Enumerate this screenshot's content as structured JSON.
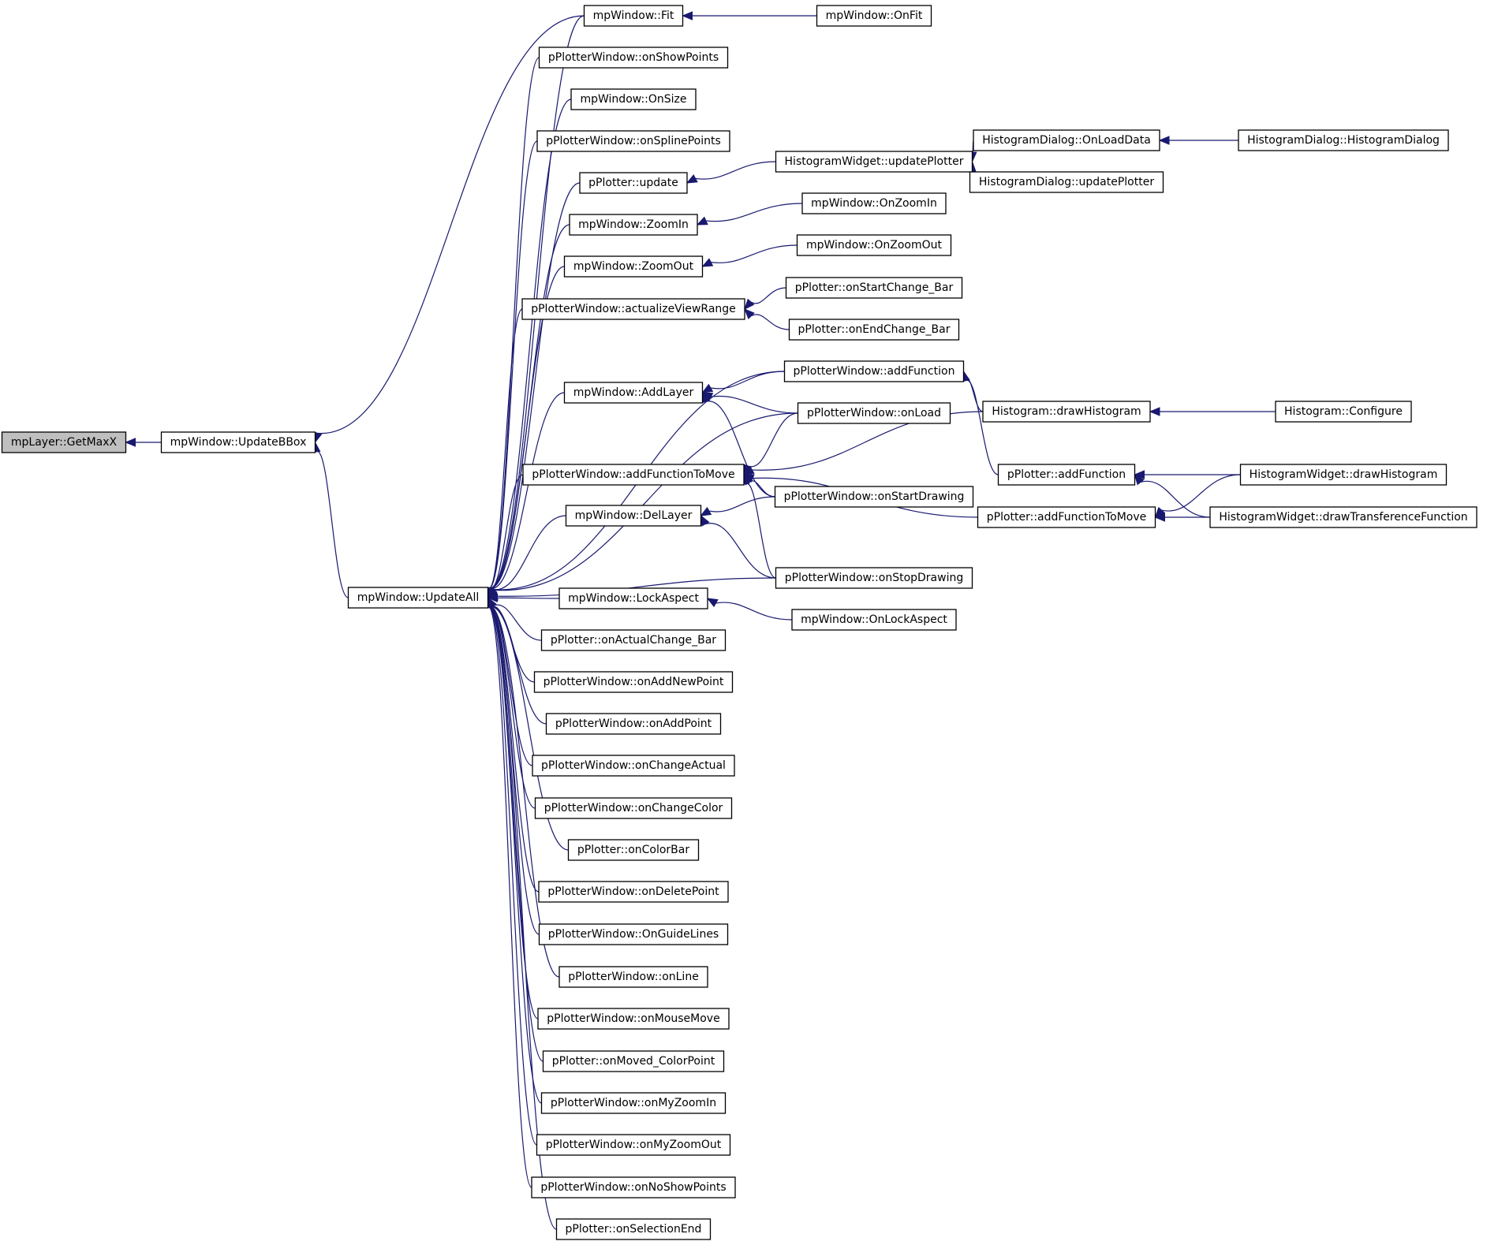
{
  "graph": {
    "colors": {
      "edge": "#191970",
      "root_fill": "#bfbfbf",
      "node_fill": "#ffffff",
      "border": "#000000"
    },
    "nodes": [
      {
        "id": "n0",
        "label": "mpLayer::GetMaxX",
        "root": true
      },
      {
        "id": "n1",
        "label": "mpWindow::UpdateBBox"
      },
      {
        "id": "n2",
        "label": "mpWindow::UpdateAll"
      },
      {
        "id": "n3",
        "label": "mpWindow::Fit"
      },
      {
        "id": "n4",
        "label": "mpWindow::OnFit"
      },
      {
        "id": "n5",
        "label": "pPlotterWindow::onShowPoints"
      },
      {
        "id": "n6",
        "label": "mpWindow::OnSize"
      },
      {
        "id": "n7",
        "label": "pPlotterWindow::onSplinePoints"
      },
      {
        "id": "n8",
        "label": "pPlotter::update"
      },
      {
        "id": "n9",
        "label": "HistogramWidget::updatePlotter"
      },
      {
        "id": "n10",
        "label": "HistogramDialog::OnLoadData"
      },
      {
        "id": "n11",
        "label": "HistogramDialog::HistogramDialog"
      },
      {
        "id": "n12",
        "label": "HistogramDialog::updatePlotter"
      },
      {
        "id": "n13",
        "label": "mpWindow::ZoomIn"
      },
      {
        "id": "n14",
        "label": "mpWindow::OnZoomIn"
      },
      {
        "id": "n15",
        "label": "mpWindow::ZoomOut"
      },
      {
        "id": "n16",
        "label": "mpWindow::OnZoomOut"
      },
      {
        "id": "n17",
        "label": "pPlotterWindow::actualizeViewRange"
      },
      {
        "id": "n18",
        "label": "pPlotter::onStartChange_Bar"
      },
      {
        "id": "n19",
        "label": "pPlotter::onEndChange_Bar"
      },
      {
        "id": "n20",
        "label": "pPlotterWindow::addFunction"
      },
      {
        "id": "n21",
        "label": "mpWindow::AddLayer"
      },
      {
        "id": "n22",
        "label": "pPlotterWindow::onLoad"
      },
      {
        "id": "n23",
        "label": "Histogram::drawHistogram"
      },
      {
        "id": "n24",
        "label": "Histogram::Configure"
      },
      {
        "id": "n25",
        "label": "pPlotterWindow::addFunctionToMove"
      },
      {
        "id": "n26",
        "label": "pPlotter::addFunction"
      },
      {
        "id": "n27",
        "label": "HistogramWidget::drawHistogram"
      },
      {
        "id": "n28",
        "label": "pPlotterWindow::onStartDrawing"
      },
      {
        "id": "n29",
        "label": "pPlotter::addFunctionToMove"
      },
      {
        "id": "n30",
        "label": "HistogramWidget::drawTransferenceFunction"
      },
      {
        "id": "n31",
        "label": "mpWindow::DelLayer"
      },
      {
        "id": "n32",
        "label": "pPlotterWindow::onStopDrawing"
      },
      {
        "id": "n33",
        "label": "mpWindow::LockAspect"
      },
      {
        "id": "n34",
        "label": "mpWindow::OnLockAspect"
      },
      {
        "id": "n35",
        "label": "pPlotter::onActualChange_Bar"
      },
      {
        "id": "n36",
        "label": "pPlotterWindow::onAddNewPoint"
      },
      {
        "id": "n37",
        "label": "pPlotterWindow::onAddPoint"
      },
      {
        "id": "n38",
        "label": "pPlotterWindow::onChangeActual"
      },
      {
        "id": "n39",
        "label": "pPlotterWindow::onChangeColor"
      },
      {
        "id": "n40",
        "label": "pPlotter::onColorBar"
      },
      {
        "id": "n41",
        "label": "pPlotterWindow::onDeletePoint"
      },
      {
        "id": "n42",
        "label": "pPlotterWindow::OnGuideLines"
      },
      {
        "id": "n43",
        "label": "pPlotterWindow::onLine"
      },
      {
        "id": "n44",
        "label": "pPlotterWindow::onMouseMove"
      },
      {
        "id": "n45",
        "label": "pPlotter::onMoved_ColorPoint"
      },
      {
        "id": "n46",
        "label": "pPlotterWindow::onMyZoomIn"
      },
      {
        "id": "n47",
        "label": "pPlotterWindow::onMyZoomOut"
      },
      {
        "id": "n48",
        "label": "pPlotterWindow::onNoShowPoints"
      },
      {
        "id": "n49",
        "label": "pPlotter::onSelectionEnd"
      }
    ],
    "edges": [
      [
        "n0",
        "n1"
      ],
      [
        "n1",
        "n3"
      ],
      [
        "n1",
        "n2"
      ],
      [
        "n3",
        "n4"
      ],
      [
        "n2",
        "n3"
      ],
      [
        "n2",
        "n5"
      ],
      [
        "n2",
        "n6"
      ],
      [
        "n2",
        "n7"
      ],
      [
        "n2",
        "n8"
      ],
      [
        "n2",
        "n13"
      ],
      [
        "n2",
        "n15"
      ],
      [
        "n2",
        "n17"
      ],
      [
        "n2",
        "n20"
      ],
      [
        "n2",
        "n21"
      ],
      [
        "n2",
        "n22"
      ],
      [
        "n2",
        "n25"
      ],
      [
        "n2",
        "n31"
      ],
      [
        "n2",
        "n32"
      ],
      [
        "n2",
        "n33"
      ],
      [
        "n2",
        "n35"
      ],
      [
        "n2",
        "n36"
      ],
      [
        "n2",
        "n37"
      ],
      [
        "n2",
        "n38"
      ],
      [
        "n2",
        "n39"
      ],
      [
        "n2",
        "n40"
      ],
      [
        "n2",
        "n41"
      ],
      [
        "n2",
        "n42"
      ],
      [
        "n2",
        "n43"
      ],
      [
        "n2",
        "n44"
      ],
      [
        "n2",
        "n45"
      ],
      [
        "n2",
        "n46"
      ],
      [
        "n2",
        "n47"
      ],
      [
        "n2",
        "n48"
      ],
      [
        "n2",
        "n49"
      ],
      [
        "n8",
        "n9"
      ],
      [
        "n9",
        "n10"
      ],
      [
        "n9",
        "n12"
      ],
      [
        "n10",
        "n11"
      ],
      [
        "n13",
        "n14"
      ],
      [
        "n15",
        "n16"
      ],
      [
        "n17",
        "n18"
      ],
      [
        "n17",
        "n19"
      ],
      [
        "n21",
        "n20"
      ],
      [
        "n21",
        "n22"
      ],
      [
        "n21",
        "n28"
      ],
      [
        "n20",
        "n23"
      ],
      [
        "n20",
        "n26"
      ],
      [
        "n25",
        "n22"
      ],
      [
        "n25",
        "n23"
      ],
      [
        "n25",
        "n29"
      ],
      [
        "n25",
        "n32"
      ],
      [
        "n25",
        "n28"
      ],
      [
        "n23",
        "n24"
      ],
      [
        "n26",
        "n27"
      ],
      [
        "n26",
        "n30"
      ],
      [
        "n29",
        "n27"
      ],
      [
        "n29",
        "n30"
      ],
      [
        "n31",
        "n28"
      ],
      [
        "n31",
        "n32"
      ],
      [
        "n33",
        "n34"
      ]
    ]
  }
}
